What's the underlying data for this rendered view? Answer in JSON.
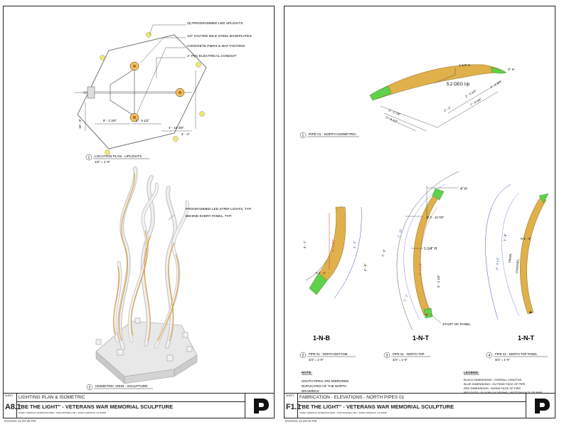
{
  "left_sheet": {
    "sheet_label": "SHEET",
    "sheet_number": "A8.1",
    "sheet_title": "LIGHTING PLAN & ISOMETRIC",
    "project_name": "\"BE THE LIGHT\" - VETERANS WAR MEMORIAL SCULPTURE",
    "project_address": "SANDY SPRINGS VETERANS PARK • 6100 ROSWELL RD • SANDY SPRINGS, GA 30328",
    "timestamp": "5/1/2024 12:20:25 PM",
    "detail_1": {
      "number": "1",
      "title": "LOCATION PLAN - UPLIGHTS",
      "scale": "1/4\" = 1'-0\""
    },
    "detail_2": {
      "number": "2",
      "title": "ISOMETRIC VIEW - SCULPTURE"
    },
    "plan_notes": {
      "uplights": "(6) PROGRAMMED LED UPLIGHTS",
      "baseplates": "1/2\" COATED MILD STEEL BASEPLATES",
      "piers": "CONCRETE PIERS & MAT FOOTING",
      "conduit": "1\" PVC ELECTRICAL CONDUIT"
    },
    "plan_dims": {
      "d1": "8' - 1 3/4\"",
      "d2": "1' - 9 1/2\"",
      "d3": "4' - 10 3/8\"",
      "d4": "2' - 4\"",
      "d5": "10' - 3\""
    },
    "iso_notes": {
      "strip": "PROGRAMMED LED STRIP LIGHTS, TYP.",
      "panel": "BEHIND EVERY PANEL, TYP."
    }
  },
  "right_sheet": {
    "sheet_label": "SHEET",
    "sheet_number": "F1.1",
    "sheet_title": "FABRICATION - ELEVATIONS - NORTH PIPES 01",
    "project_name": "\"BE THE LIGHT\" - VETERANS WAR MEMORIAL SCULPTURE",
    "project_address": "SANDY SPRINGS VETERANS PARK • 6100 ROSWELL RD • SANDY SPRINGS, GA 30328",
    "timestamp": "5/1/2024 12:20:34 PM",
    "detail_1": {
      "number": "1",
      "title": "PIPE 01 - NORTH ISOMETRIC"
    },
    "detail_2": {
      "number": "2",
      "title": "PIPE 01 - NORTH BOTTOM",
      "scale": "3/4\" = 1'-0\"",
      "tag": "1-N-B"
    },
    "detail_3": {
      "number": "3",
      "title": "PIPE 01 - NORTH TOP",
      "scale": "3/4\" = 1'-0\"",
      "tag": "1-N-T"
    },
    "detail_4": {
      "number": "4",
      "title": "PIPE 01 - NORTH TOP PANEL",
      "scale": "3/4\" = 1'-0\"",
      "tag": "1-N-T"
    },
    "iso_dims": {
      "h4": "4\" H",
      "h114": "1-1/4\" H",
      "deg": "5.2 DEG Up",
      "a": "1' - 2 3/4\"",
      "b": "2' - 0 1/4\"",
      "c": "7' - 8 5/8\"",
      "d": "2' - 1\"",
      "e": "3' - 2 7/8\"",
      "f": "5' - 3 1/2\""
    },
    "elev_dims": {
      "b1": "3' - 1\"",
      "b2": "3' - 0 3/4\"",
      "b3": "3' - 2\"",
      "b4": "3' - 8\"",
      "b5": "R 7' - 9\"",
      "t_h4": "4\" H",
      "t_h114": "1-1/4\" H",
      "t_r": "R 3' - 10 7/8\"",
      "t_len": "7' - 6\"",
      "t_a": "2' - 11\"",
      "t_b": "5' - 2 1/6\"",
      "t_c": "3' - 1 1/8\"",
      "t_d": "2' - 1\"",
      "t_start": "START OF PANEL",
      "p_r": "R 4' - 0\"",
      "p_panel": "PANEL",
      "p_channel": "CHANNEL",
      "p_a": "8' - 9 1/2\"",
      "p_b": "1' - 8\""
    },
    "note": {
      "heading": "NOTE:",
      "text_1": "SOUTH PIPES ARE MIRRORED",
      "text_2": "DUPLICATES OF THE NORTH",
      "text_3": "DRAWINGS"
    },
    "legend": {
      "heading": "LEGEND:",
      "black": "BLACK DIMENSIONS : OVERALL LENGTHS",
      "blue": "BLUE DIMENSIONS : OUTSIDE FACE OF PIPE",
      "red": "RED DIMENSIONS : INSIDE FACE OF PIPE",
      "dots": "RED DOTS : FLOOR LOCATIONS - BOTTOM FACE OF PIPE"
    }
  },
  "colors": {
    "pipe_gold": "#e0b04a",
    "pipe_green": "#5fd14a",
    "dim_blue": "#3a4fd0",
    "dim_red": "#e03030",
    "uplight_yellow": "#f2e96a",
    "hex_line": "#555555",
    "led_orange": "#e0962a"
  }
}
